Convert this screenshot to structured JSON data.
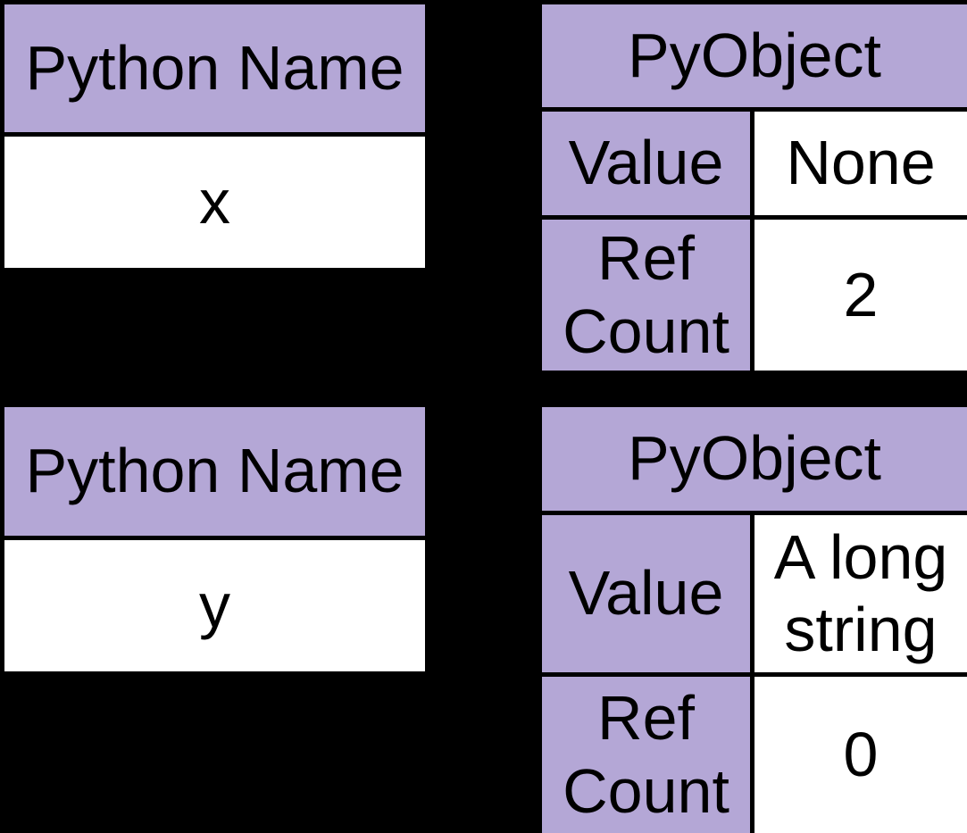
{
  "colors": {
    "background": "#000000",
    "table_header_fill": "#b4a7d6",
    "table_cell_fill": "#ffffff",
    "border": "#000000",
    "text": "#000000"
  },
  "diagram": {
    "name_table_1": {
      "header": "Python Name",
      "name": "x"
    },
    "object_table_1": {
      "header": "PyObject",
      "value_label": "Value",
      "value": "None",
      "refcount_label": "Ref Count",
      "refcount": "2"
    },
    "name_table_2": {
      "header": "Python Name",
      "name": "y"
    },
    "object_table_2": {
      "header": "PyObject",
      "value_label": "Value",
      "value": "A long string",
      "refcount_label": "Ref Count",
      "refcount": "0"
    }
  }
}
